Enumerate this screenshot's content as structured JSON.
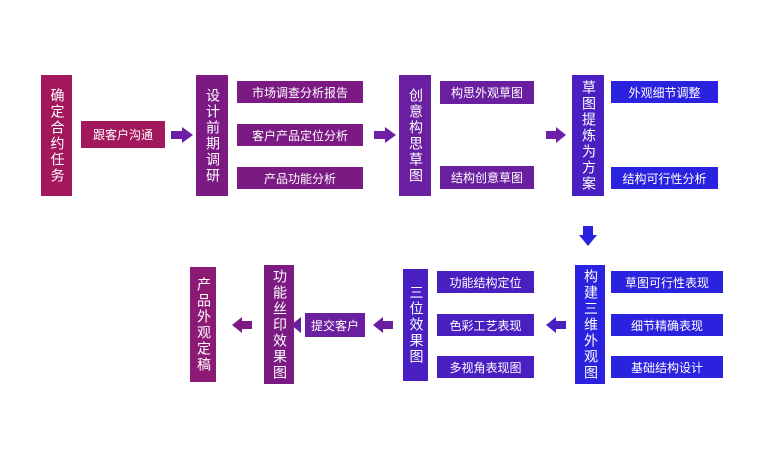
{
  "colors": {
    "crimson": "#a3185c",
    "plum": "#7c1a84",
    "violet": "#6a1fa0",
    "indigo": "#4a1fc2",
    "blue": "#2a22df",
    "arrow": "#6d1fa8"
  },
  "nodes": {
    "confirm": "确定合约任务",
    "communicate": "跟客户沟通",
    "early_design": "设计前期调研",
    "market": "市场调查分析报告",
    "positioning": "客户产品定位分析",
    "function": "产品功能分析",
    "creative": "创意构思草图",
    "exterior_sketch": "构思外观草图",
    "structure_sketch": "结构创意草图",
    "refine": "草图提炼为方案",
    "detail_adjust": "外观细节调整",
    "feasibility": "结构可行性分析",
    "build3d": "构建三维外观图",
    "sketch_feasible": "草图可行性表现",
    "detail_precise": "细节精确表现",
    "base_structure": "基础结构设计",
    "render3": "三位效果图",
    "func_position": "功能结构定位",
    "color_craft": "色彩工艺表现",
    "multi_view": "多视角表现图",
    "submit": "提交客户",
    "print_effect": "功能丝印效果图",
    "finalize": "产品外观定稿"
  }
}
